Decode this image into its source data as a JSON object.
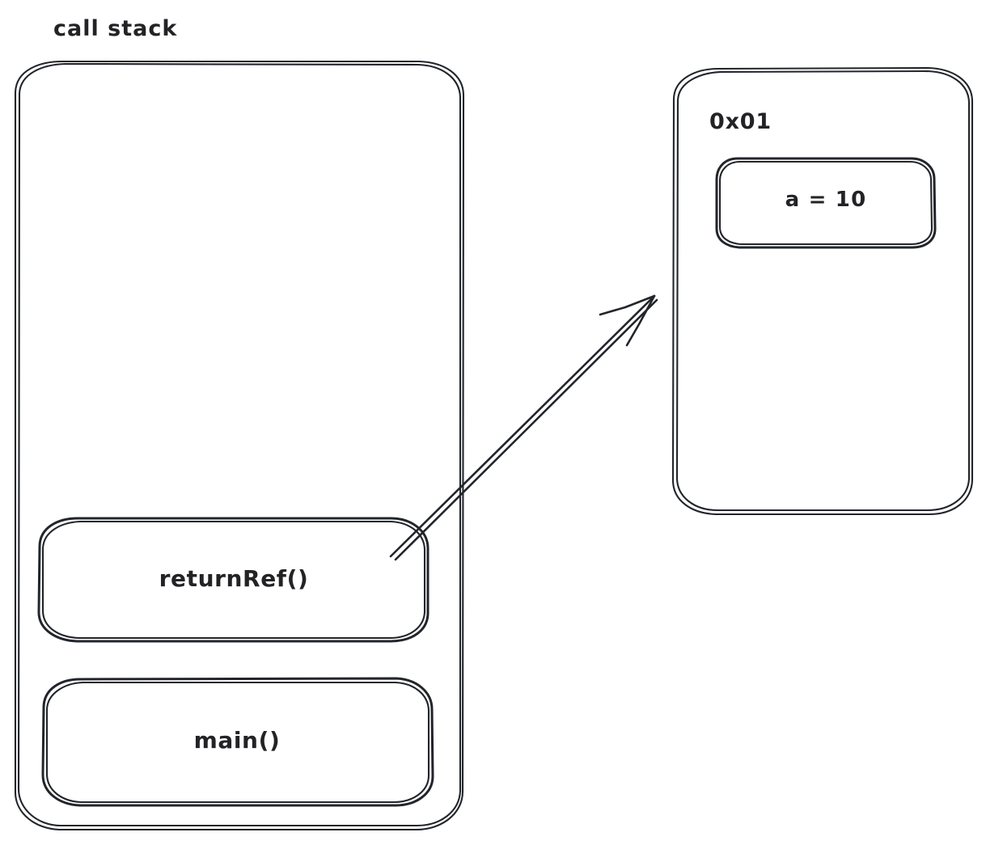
{
  "diagram": {
    "style": "hand-drawn sketch",
    "background_color": "#ffffff",
    "stroke_color": "#22252a",
    "text_color": "#232326"
  },
  "call_stack": {
    "label": "call stack",
    "frames": [
      {
        "label": "returnRef()",
        "position": "top"
      },
      {
        "label": "main()",
        "position": "bottom"
      }
    ]
  },
  "heap": {
    "address": "0x01",
    "value_box": {
      "label": "a = 10"
    }
  },
  "arrow": {
    "from": "returnRef() frame",
    "to": "heap block 0x01",
    "direction": "up-right",
    "head": "open-barb"
  }
}
